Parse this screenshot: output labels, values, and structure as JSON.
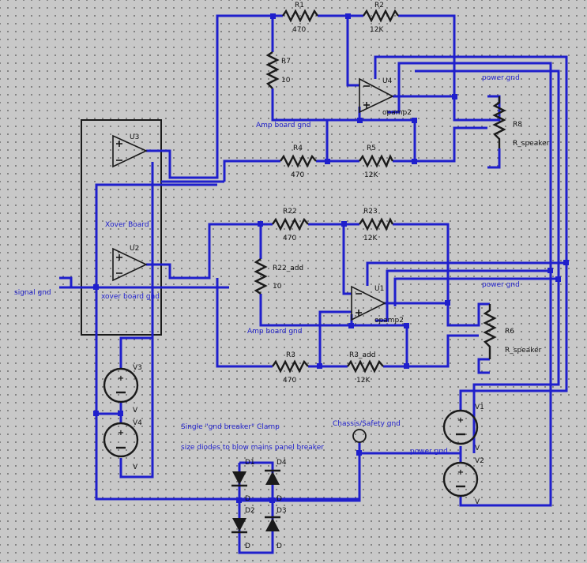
{
  "labels": {
    "r1": "R1",
    "r1_val": "470",
    "r2": "R2",
    "r2_val": "12K",
    "r7": "R7",
    "r7_val": "10",
    "u4": "U4",
    "u4_model": "opamp2",
    "r8": "R8",
    "r8_val": "R_speaker",
    "r4": "R4",
    "r4_val": "470",
    "r5": "R5",
    "r5_val": "12K",
    "u3": "U3",
    "u2": "U2",
    "r22": "R22",
    "r22_val": "470",
    "r23": "R23",
    "r23_val": "12K",
    "r22add": "R22_add",
    "r22add_val": "10",
    "u1": "U1",
    "u1_model": "opamp2",
    "r6": "R6",
    "r6_val": "R_speaker",
    "r3": "R3",
    "r3_val": "470",
    "r3add": "R3_add",
    "r3add_val": "12K",
    "v3": "V3",
    "v3_val": "V",
    "v4": "V4",
    "v4_val": "V",
    "v1": "V1",
    "v1_val": "V",
    "v2": "V2",
    "v2_val": "V",
    "d1": "D1",
    "d1_val": "D",
    "d2": "D2",
    "d2_val": "D",
    "d3": "D3",
    "d3_val": "D",
    "d4": "D4",
    "d4_val": "D"
  },
  "nets": {
    "power_gnd_1": "power gnd",
    "power_gnd_2": "power gnd",
    "power_gnd_3": "power gnd",
    "amp_gnd_1": "Amp board gnd",
    "amp_gnd_2": "Amp board gnd",
    "xover_board": "Xover Board",
    "xover_gnd": "xover board gnd",
    "signal_gnd": "signal gnd",
    "chassis_gnd": "Chassis/Safety gnd"
  },
  "notes": {
    "clamp_title": "Single \"gnd breaker\" Clamp",
    "clamp_note": "size diodes to blow mains panel breaker"
  },
  "colors": {
    "wire": "#1f1fcc",
    "component": "#1a1a1a",
    "background": "#c8c8c8"
  }
}
